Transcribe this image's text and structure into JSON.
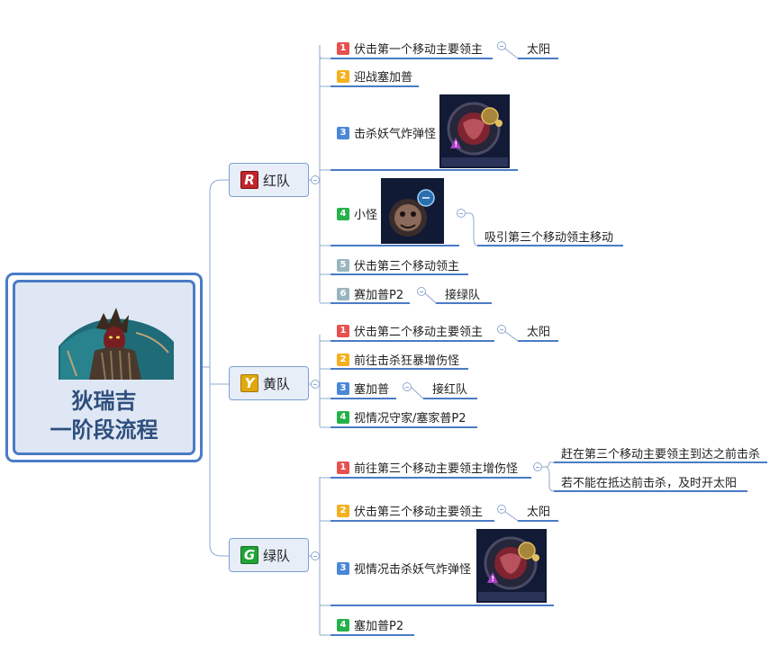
{
  "central": {
    "title_line1": "狄瑞吉",
    "title_line2": "一阶段流程"
  },
  "colors": {
    "accent": "#4a7bc6",
    "line": "#8ea8cf",
    "num": {
      "1": "#e85050",
      "2": "#f4b01e",
      "3": "#4b87d7",
      "4": "#25b24a",
      "5": "#9ab5c0",
      "6": "#9ab5c0"
    }
  },
  "teams": {
    "red": {
      "label": "红队",
      "icon_letter": "R",
      "icon_color": "#c0262b",
      "items": [
        {
          "num": "1",
          "text": "伏击第一个移动主要领主",
          "note": "太阳"
        },
        {
          "num": "2",
          "text": "迎战塞加普"
        },
        {
          "num": "3",
          "text": "击杀妖气炸弹怪",
          "image": "bomb-monster-icon"
        },
        {
          "num": "4",
          "text": "小怪",
          "image": "minion-icon",
          "note": "吸引第三个移动领主移动"
        },
        {
          "num": "5",
          "text": "伏击第三个移动领主"
        },
        {
          "num": "6",
          "text": "赛加普P2",
          "note": "接绿队"
        }
      ]
    },
    "yellow": {
      "label": "黄队",
      "icon_letter": "Y",
      "icon_color": "#e0a80c",
      "items": [
        {
          "num": "1",
          "text": "伏击第二个移动主要领主",
          "note": "太阳"
        },
        {
          "num": "2",
          "text": "前往击杀狂暴增伤怪"
        },
        {
          "num": "3",
          "text": "塞加普",
          "note": "接红队"
        },
        {
          "num": "4",
          "text": "视情况守家/塞家普P2"
        }
      ]
    },
    "green": {
      "label": "绿队",
      "icon_letter": "G",
      "icon_color": "#21a336",
      "items": [
        {
          "num": "1",
          "text": "前往第三个移动主要领主增伤怪",
          "notes": [
            "赶在第三个移动主要领主到达之前击杀",
            "若不能在抵达前击杀，及时开太阳"
          ]
        },
        {
          "num": "2",
          "text": "伏击第三个移动主要领主",
          "note": "太阳"
        },
        {
          "num": "3",
          "text": "视情况击杀妖气炸弹怪",
          "image": "bomb-monster-icon"
        },
        {
          "num": "4",
          "text": "塞加普P2"
        }
      ]
    }
  }
}
